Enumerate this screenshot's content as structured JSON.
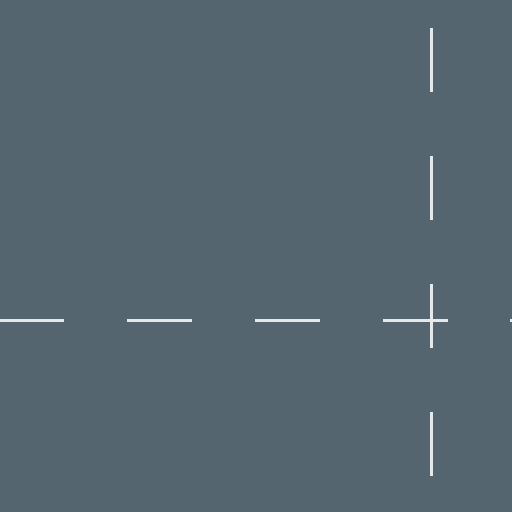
{
  "canvas": {
    "background": "#55656f",
    "guide_color": "#e6e9ea"
  },
  "guides": {
    "horizontal": {
      "style": "dashed",
      "orientation": "horizontal"
    },
    "vertical": {
      "style": "dashed",
      "orientation": "vertical"
    }
  }
}
